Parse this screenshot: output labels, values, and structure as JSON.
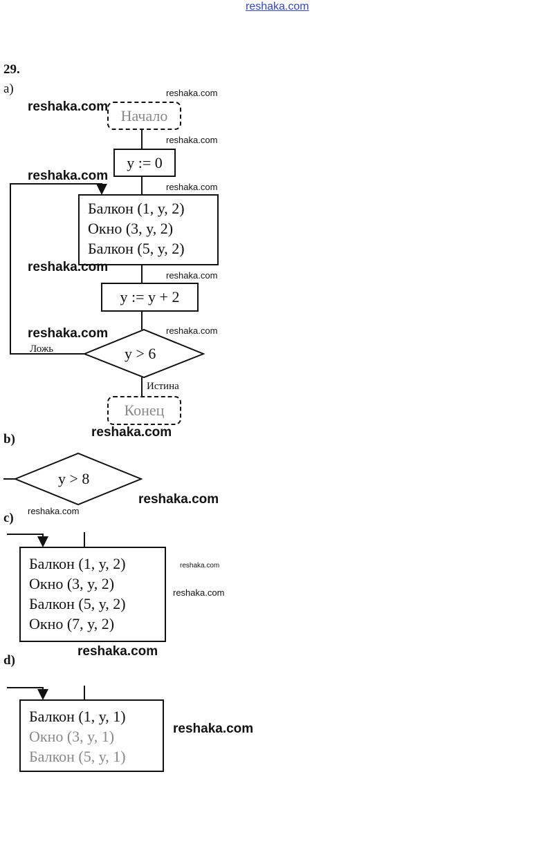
{
  "header_watermark": "reshaka.com",
  "problem_number": "29.",
  "parts": {
    "a": {
      "label": "a)",
      "start": "Начало",
      "init": "y := 0",
      "body": [
        "Балкон (1, y, 2)",
        "Окно (3, y, 2)",
        "Балкон (5, y, 2)"
      ],
      "increment": "y := y + 2",
      "condition": "y > 6",
      "false_label": "Ложь",
      "true_label": "Истина",
      "end": "Конец"
    },
    "b": {
      "label": "b)",
      "condition": "y > 8"
    },
    "c": {
      "label": "c)",
      "body": [
        "Балкон (1, y, 2)",
        "Окно (3, y, 2)",
        "Балкон (5, y, 2)",
        "Окно (7, y, 2)"
      ]
    },
    "d": {
      "label": "d)",
      "body": [
        "Балкон (1, y, 1)",
        "Окно (3, y, 1)",
        "Балкон (5, y, 1)"
      ]
    }
  },
  "watermark": "reshaka.com"
}
